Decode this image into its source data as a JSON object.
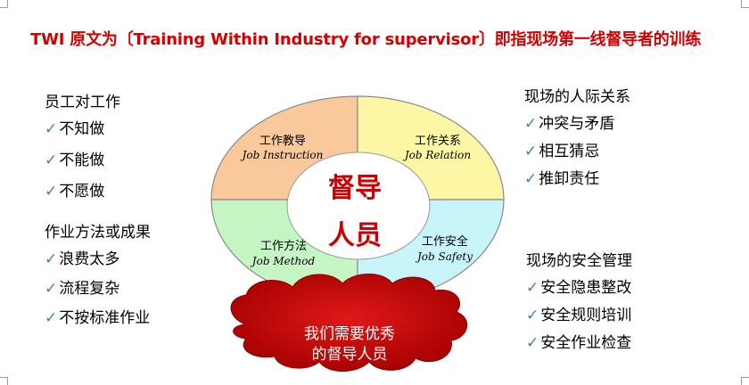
{
  "title": "TWI 原文为〔Training Within Industry for supervisor〕即指现场第一线督导者的训练",
  "left": {
    "group1": {
      "heading": "员工对工作",
      "items": [
        "不知做",
        "不能做",
        "不愿做"
      ]
    },
    "group2": {
      "heading": "作业方法或成果",
      "items": [
        "浪费太多",
        "流程复杂",
        "不按标准作业"
      ]
    }
  },
  "right_top": {
    "heading": "现场的人际关系",
    "items": [
      "冲突与矛盾",
      "相互猜忌",
      "推卸责任"
    ]
  },
  "right_bottom": {
    "heading": "现场的安全管理",
    "items": [
      "安全隐患整改",
      "安全规则培训",
      "安全作业检查"
    ]
  },
  "quadrants": {
    "instruction": {
      "cn": "工作教导",
      "en": "Job Instruction",
      "color": "#f9c89b"
    },
    "relation": {
      "cn": "工作关系",
      "en": "Job Relation",
      "color": "#fdf7a5"
    },
    "method": {
      "cn": "工作方法",
      "en": "Job Method",
      "color": "#c5f5c2"
    },
    "safety": {
      "cn": "工作安全",
      "en": "Job Safety",
      "color": "#c7f5fa"
    }
  },
  "center": {
    "line1": "督导",
    "line2": "人员",
    "color": "#cc0000"
  },
  "cloud": {
    "line1": "我们需要优秀",
    "line2": "的督导人员",
    "color": "#c00000"
  },
  "check_mark": "✓"
}
